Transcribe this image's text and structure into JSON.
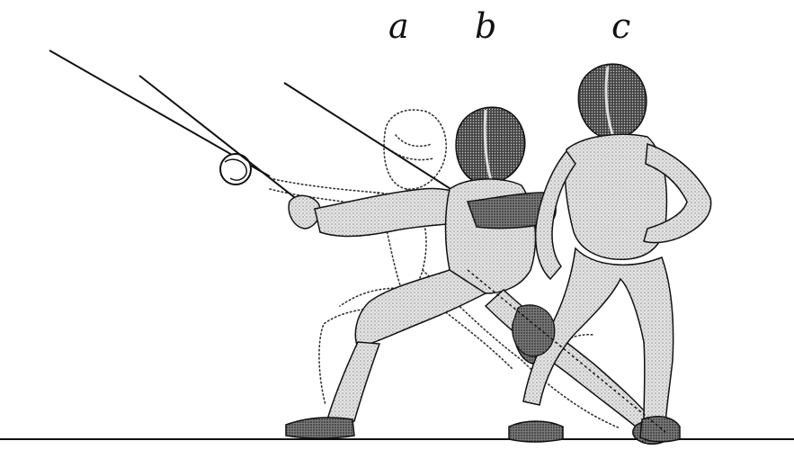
{
  "figure": {
    "labels": {
      "a": "a",
      "b": "b",
      "c": "c"
    },
    "colors": {
      "ink": "#111111",
      "shade": "#9a9a9a",
      "dark_shade": "#555555",
      "paper": "#ffffff"
    }
  }
}
